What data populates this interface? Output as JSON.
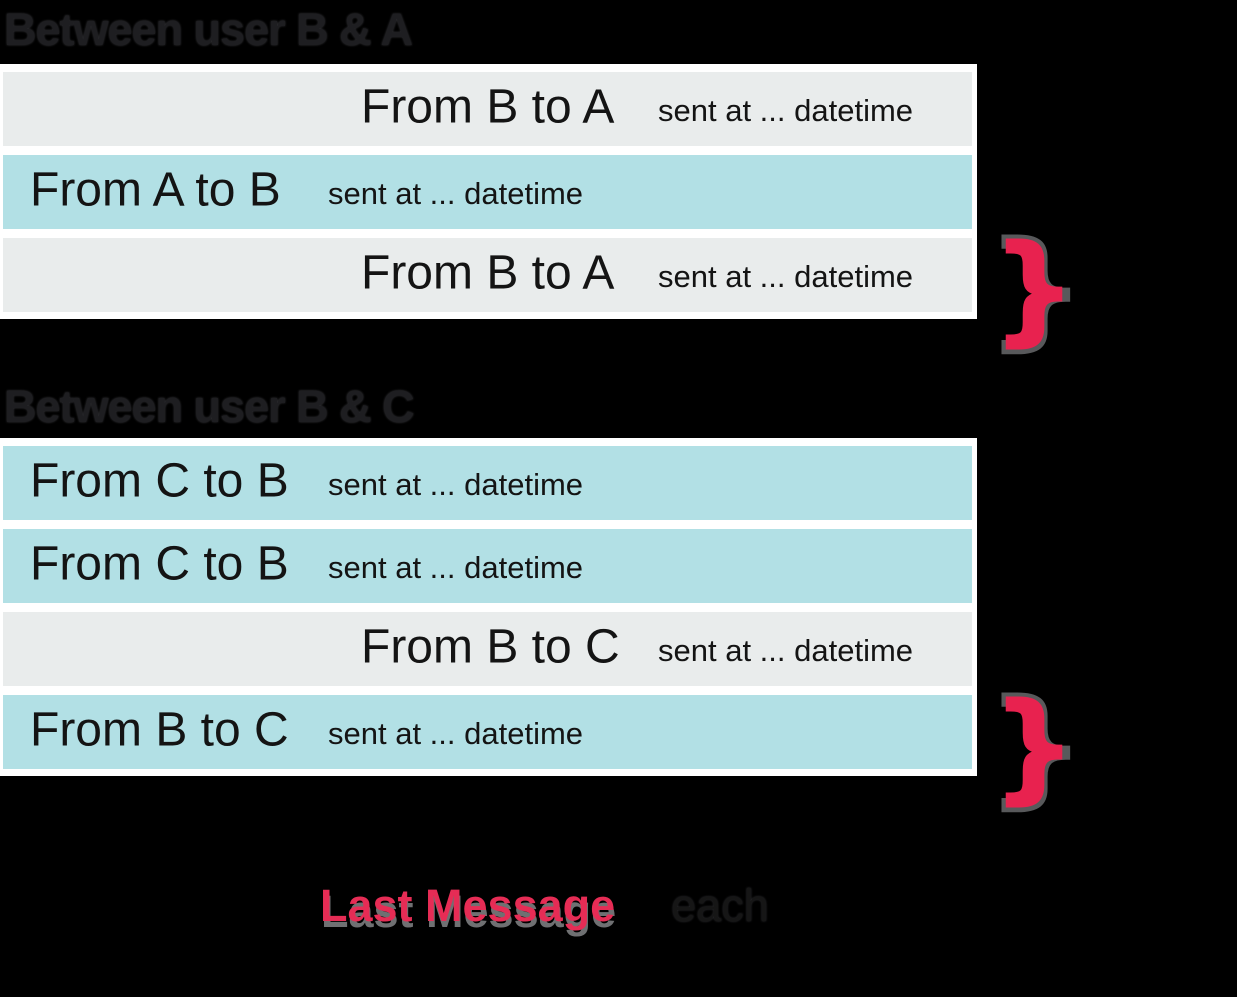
{
  "page": {
    "background_color": "#000000",
    "description": "Diagram of chat message ordering between users"
  },
  "colors": {
    "received_row_teal": "#b2e0e5",
    "sent_row_gray": "#e9ecec",
    "row_frame_white": "#ffffff",
    "accent_pink": "#e62c55",
    "brace_pink": "#e8224f",
    "brace_shadow_gray": "#58595b",
    "row_text_dark": "#141414",
    "title_text_dark": "#1e1e21"
  },
  "sections": [
    {
      "title": "Between user B & A",
      "rows": [
        {
          "variant": "gray",
          "align": "right",
          "message": "From B to A",
          "timestamp": "sent at ... datetime",
          "brace": false
        },
        {
          "variant": "teal",
          "align": "left",
          "message": "From A to B",
          "timestamp": "sent at ... datetime",
          "brace": false
        },
        {
          "variant": "gray",
          "align": "right",
          "message": "From B to A",
          "timestamp": "sent at ... datetime",
          "brace": true
        }
      ]
    },
    {
      "title": "Between user B & C",
      "rows": [
        {
          "variant": "teal",
          "align": "left",
          "message": "From C to B",
          "timestamp": "sent at ... datetime",
          "brace": false
        },
        {
          "variant": "teal",
          "align": "left",
          "message": "From C to B",
          "timestamp": "sent at ... datetime",
          "brace": false
        },
        {
          "variant": "gray",
          "align": "right",
          "message": "From B to C",
          "timestamp": "sent at ... datetime",
          "brace": false
        },
        {
          "variant": "teal",
          "align": "left",
          "message": "From B to C",
          "timestamp": "sent at ... datetime",
          "brace": true
        }
      ]
    }
  ],
  "annotations": {
    "brace_glyph": "}",
    "legend_highlight": "Last Message",
    "legend_suffix": "each"
  }
}
